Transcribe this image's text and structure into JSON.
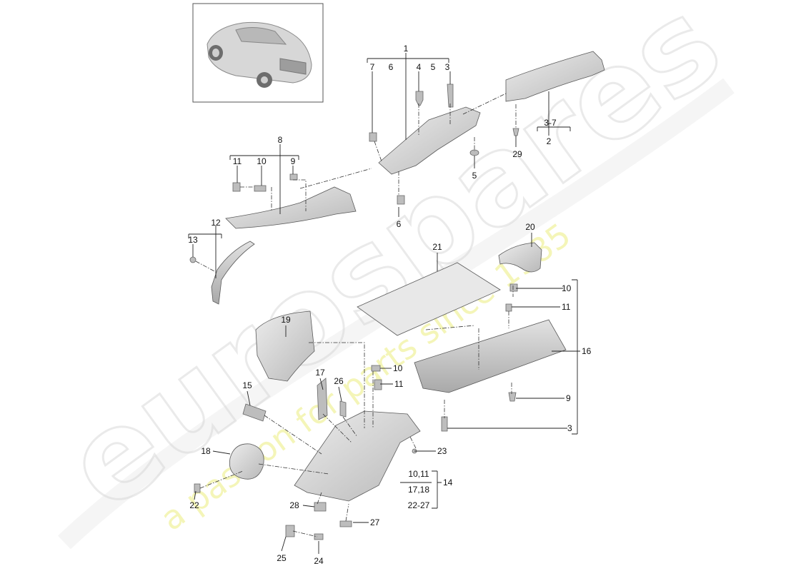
{
  "watermark": {
    "brand": "eurospares",
    "tagline": "a passion for parts since 1985",
    "tagline_color": "#eef08a"
  },
  "inset": {
    "icon": "car-thumbnail-icon"
  },
  "callouts": {
    "c1": "1",
    "c2": "2",
    "c3_7": "3-7",
    "c3a": "3",
    "c3b": "3",
    "c4": "4",
    "c5a": "5",
    "c5b": "5",
    "c6a": "6",
    "c6b": "6",
    "c7": "7",
    "c8": "8",
    "c9a": "9",
    "c9b": "9",
    "c10a": "10",
    "c10b": "10",
    "c10c": "10",
    "c11a": "11",
    "c11b": "11",
    "c11c": "11",
    "c12": "12",
    "c13": "13",
    "c14": "14",
    "c15": "15",
    "c16": "16",
    "c17": "17",
    "c18": "18",
    "c19": "19",
    "c20": "20",
    "c21": "21",
    "c22": "22",
    "c23": "23",
    "c24": "24",
    "c25": "25",
    "c26": "26",
    "c27": "27",
    "c28": "28",
    "c29": "29",
    "c14_l1": "10,11",
    "c14_l2": "17,18",
    "c14_l3": "22-27"
  }
}
